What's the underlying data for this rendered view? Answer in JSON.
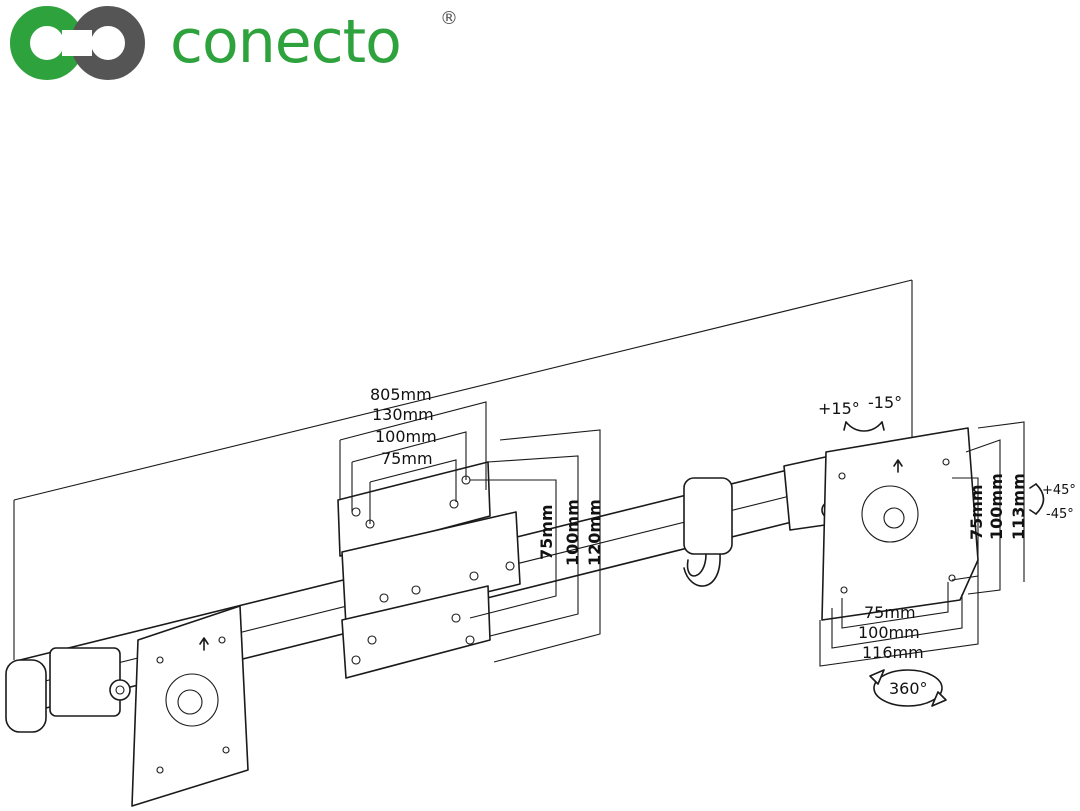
{
  "brand": {
    "name": "conecto",
    "registered_mark": "®",
    "colors": {
      "green": "#2ea23c",
      "gray": "#555555"
    }
  },
  "dimensions": {
    "total_width": "805mm",
    "center_plate_widths": [
      "130mm",
      "100mm",
      "75mm"
    ],
    "center_plate_heights": [
      "75mm",
      "100mm",
      "120mm"
    ],
    "right_plate_heights": [
      "75mm",
      "100mm",
      "113mm"
    ],
    "right_plate_widths": [
      "75mm",
      "100mm",
      "116mm"
    ]
  },
  "angles": {
    "tilt_up": "+15°",
    "tilt_down": "-15°",
    "swivel_up": "+45°",
    "swivel_down": "-45°",
    "rotation": "360°"
  }
}
